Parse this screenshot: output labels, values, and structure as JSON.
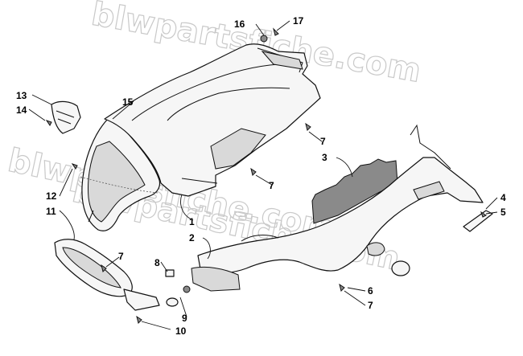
{
  "watermark": "blwpartsfiche.com",
  "callouts": [
    {
      "id": "c1",
      "label": "1"
    },
    {
      "id": "c2",
      "label": "2"
    },
    {
      "id": "c3",
      "label": "3"
    },
    {
      "id": "c4",
      "label": "4"
    },
    {
      "id": "c5",
      "label": "5"
    },
    {
      "id": "c6",
      "label": "6"
    },
    {
      "id": "c7a",
      "label": "7"
    },
    {
      "id": "c7b",
      "label": "7"
    },
    {
      "id": "c7c",
      "label": "7"
    },
    {
      "id": "c7d",
      "label": "7"
    },
    {
      "id": "c8",
      "label": "8"
    },
    {
      "id": "c9",
      "label": "9"
    },
    {
      "id": "c10",
      "label": "10"
    },
    {
      "id": "c11",
      "label": "11"
    },
    {
      "id": "c12",
      "label": "12"
    },
    {
      "id": "c13",
      "label": "13"
    },
    {
      "id": "c14",
      "label": "14"
    },
    {
      "id": "c15",
      "label": "15"
    },
    {
      "id": "c16",
      "label": "16"
    },
    {
      "id": "c17",
      "label": "17"
    }
  ]
}
